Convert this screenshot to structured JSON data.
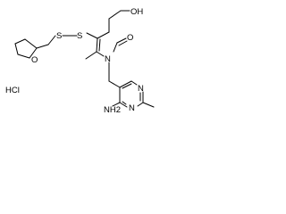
{
  "molecule": {
    "atom_labels": {
      "hydroxyl": "OH",
      "sulfur_1": "S",
      "sulfur_2": "S",
      "ring_oxygen": "O",
      "nitrogen_amide": "N",
      "formyl_oxygen": "O",
      "amino": "NH2",
      "pyrimidine_n1": "N",
      "pyrimidine_n3": "N"
    },
    "salt": "HCl"
  }
}
